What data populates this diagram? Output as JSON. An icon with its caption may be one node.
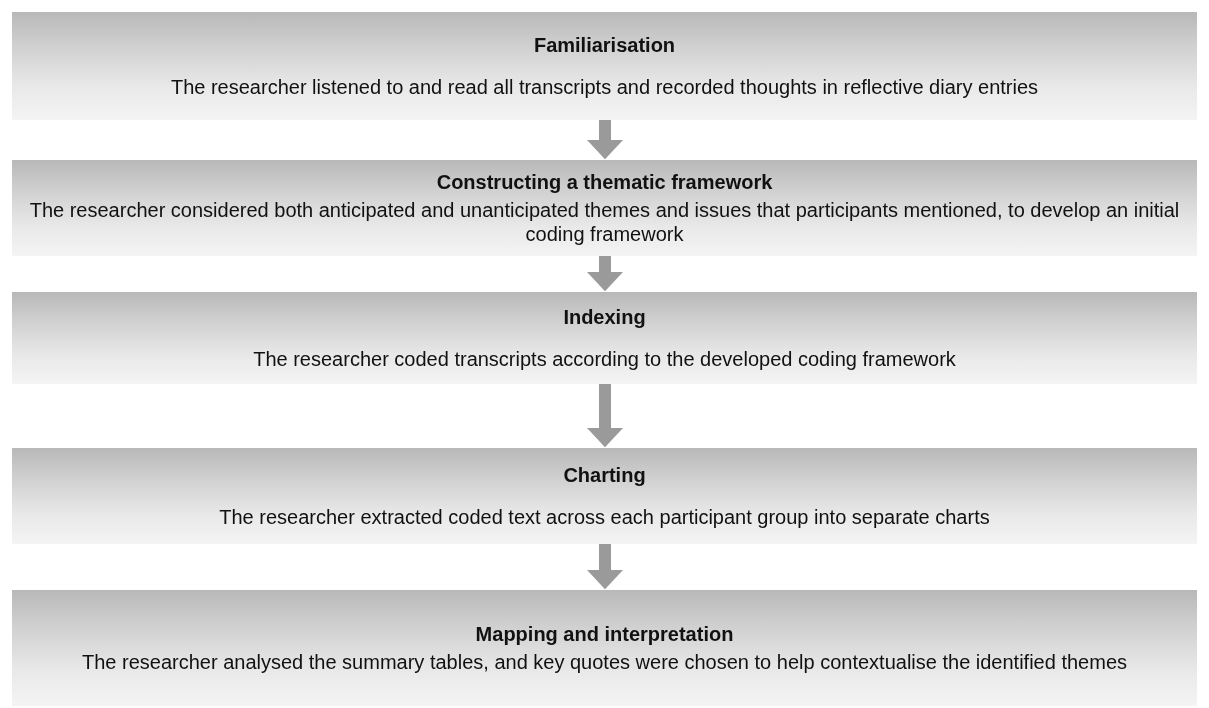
{
  "diagram": {
    "nodes": [
      {
        "text": [
          "Familiarisation",
          "The researcher listened to and read all transcripts and recorded thoughts in reflective diary entries"
        ]
      },
      {
        "text": [
          "Constructing a thematic framework",
          "The researcher considered both anticipated and unanticipated themes and issues that participants mentioned, to develop an initial coding framework"
        ]
      },
      {
        "text": [
          "Indexing",
          "The researcher coded transcripts according to the developed coding framework"
        ]
      },
      {
        "text": [
          "Charting",
          "The researcher extracted coded text across each participant group into separate charts"
        ]
      },
      {
        "text": [
          "Mapping and interpretation",
          "The researcher analysed the summary tables, and key quotes were chosen to help contextualise the identified themes"
        ]
      }
    ],
    "edges": [
      {
        "from": 0,
        "to": 1,
        "arrow": "to"
      },
      {
        "from": 1,
        "to": 2,
        "arrow": "to"
      },
      {
        "from": 2,
        "to": 3,
        "arrow": "to"
      },
      {
        "from": 3,
        "to": 4,
        "arrow": "to"
      }
    ]
  }
}
